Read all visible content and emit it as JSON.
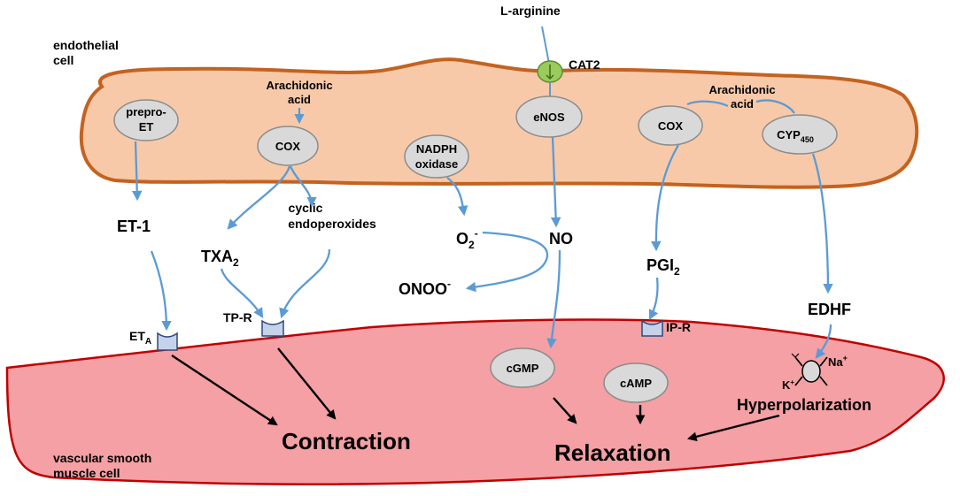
{
  "cells": {
    "endothelial_line1": "endothelial",
    "endothelial_line2": "cell",
    "smooth_muscle_line1": "vascular smooth",
    "smooth_muscle_line2": "muscle cell"
  },
  "top": {
    "l_arginine": "L-arginine",
    "cat2": "CAT2"
  },
  "enzymes": {
    "prepro_et_line1": "prepro-",
    "prepro_et_line2": "ET",
    "cox_left": "COX",
    "nadph_line1": "NADPH",
    "nadph_line2": "oxidase",
    "enos": "eNOS",
    "cox_right": "COX",
    "cyp_main": "CYP",
    "cyp_sub": "450",
    "cgmp": "cGMP",
    "camp": "cAMP"
  },
  "substrates": {
    "arachidonic_left_line1": "Arachidonic",
    "arachidonic_left_line2": "acid",
    "arachidonic_right_line1": "Arachidonic",
    "arachidonic_right_line2": "acid"
  },
  "mediators": {
    "et1": "ET-1",
    "txa_main": "TXA",
    "txa_sub": "2",
    "cyclic_line1": "cyclic",
    "cyclic_line2": "endoperoxides",
    "o2_main": "O",
    "o2_sub": "2",
    "o2_sup": "-",
    "no": "NO",
    "onoo_main": "ONOO",
    "onoo_sup": "-",
    "pgi_main": "PGI",
    "pgi_sub": "2",
    "edhf": "EDHF"
  },
  "receptors": {
    "eta_main": "ET",
    "eta_sub": "A",
    "tpr": "TP-R",
    "ipr": "IP-R"
  },
  "channel": {
    "na": "Na",
    "k": "K",
    "plus": "+"
  },
  "outcomes": {
    "hyperpolarization": "Hyperpolarization",
    "contraction": "Contraction",
    "relaxation": "Relaxation"
  },
  "colors": {
    "endothelial_fill": "#f8c9a8",
    "endothelial_stroke": "#c4621f",
    "smooth_muscle_fill": "#f4a0a4",
    "smooth_muscle_stroke": "#c00000",
    "enzyme_fill": "#d9d9d9",
    "enzyme_stroke": "#8c8c8c",
    "arrow_blue": "#5b9bd5",
    "arrow_black": "#000000",
    "receptor_fill": "#c5d3ea",
    "receptor_stroke": "#2f4a7a",
    "transporter_fill": "#9acb5c"
  }
}
